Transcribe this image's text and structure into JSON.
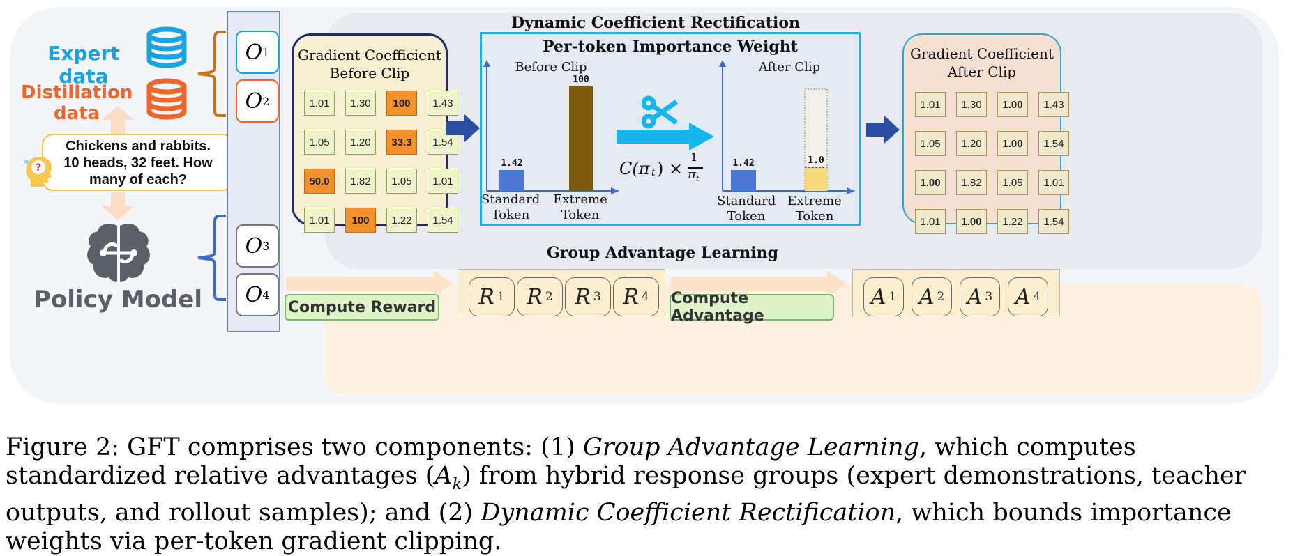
{
  "left": {
    "expert_label": "Expert data",
    "distill_line1": "Distillation",
    "distill_line2": "data",
    "question_lines": [
      "Chickens and rabbits.",
      "10 heads, 32 feet. How",
      "many of each?"
    ],
    "policy_label": "Policy Model",
    "outputs": [
      {
        "symbol": "O",
        "sub": "1"
      },
      {
        "symbol": "O",
        "sub": "2"
      },
      {
        "symbol": "O",
        "sub": "3"
      },
      {
        "symbol": "O",
        "sub": "4"
      }
    ]
  },
  "rectification": {
    "title": "Dynamic Coefficient Rectification",
    "before": {
      "title_line1": "Gradient Coefficient",
      "title_line2": "Before Clip",
      "cells": [
        [
          "1.01",
          "1.30",
          "100",
          "1.43"
        ],
        [
          "1.05",
          "1.20",
          "33.3",
          "1.54"
        ],
        [
          "50.0",
          "1.82",
          "1.05",
          "1.01"
        ],
        [
          "1.01",
          "100",
          "1.22",
          "1.54"
        ]
      ],
      "highlight": [
        [
          0,
          2
        ],
        [
          1,
          2
        ],
        [
          2,
          0
        ],
        [
          3,
          1
        ]
      ]
    },
    "importance": {
      "title": "Per-token Importance Weight",
      "before_label": "Before Clip",
      "after_label": "After Clip",
      "formula": "C(π_t) × 1/π_t",
      "formula_lhs": "C(π",
      "formula_t": "t",
      "formula_mid": ") ×",
      "formula_num": "1",
      "formula_den": "π",
      "before_bars": [
        {
          "value": 1.42,
          "label": "1.42",
          "name_line1": "Standard",
          "name_line2": "Token"
        },
        {
          "value": 100,
          "label": "100",
          "name_line1": "Extreme",
          "name_line2": "Token"
        }
      ],
      "after_bars": [
        {
          "value": 1.42,
          "label": "1.42",
          "name_line1": "Standard",
          "name_line2": "Token"
        },
        {
          "value": 1.0,
          "label": "1.0",
          "name_line1": "Extreme",
          "name_line2": "Token"
        }
      ]
    },
    "after": {
      "title_line1": "Gradient Coefficient",
      "title_line2": "After Clip",
      "cells": [
        [
          "1.01",
          "1.30",
          "1.00",
          "1.43"
        ],
        [
          "1.05",
          "1.20",
          "1.00",
          "1.54"
        ],
        [
          "1.00",
          "1.82",
          "1.05",
          "1.01"
        ],
        [
          "1.01",
          "1.00",
          "1.22",
          "1.54"
        ]
      ],
      "highlight": [
        [
          0,
          2
        ],
        [
          1,
          2
        ],
        [
          2,
          0
        ],
        [
          3,
          1
        ]
      ]
    }
  },
  "group": {
    "title": "Group Advantage Learning",
    "compute_reward": "Compute Reward",
    "compute_advantage": "Compute Advantage",
    "rewards": [
      {
        "symbol": "R",
        "sub": "1"
      },
      {
        "symbol": "R",
        "sub": "2"
      },
      {
        "symbol": "R",
        "sub": "3"
      },
      {
        "symbol": "R",
        "sub": "4"
      }
    ],
    "advantages": [
      {
        "symbol": "A",
        "sub": "1"
      },
      {
        "symbol": "A",
        "sub": "2"
      },
      {
        "symbol": "A",
        "sub": "3"
      },
      {
        "symbol": "A",
        "sub": "4"
      }
    ]
  },
  "caption": {
    "part1": "Figure 2: GFT comprises two components: (1) ",
    "em1": "Group Advantage Learning",
    "part2": ", which computes standardized relative advantages (",
    "akA": "A",
    "akk": "k",
    "part3": ") from hybrid response groups (expert demonstrations, teacher outputs, and rollout samples); and (2) ",
    "em2": "Dynamic Coefficient Rectification",
    "part4": ", which bounds importance weights via per-token gradient clipping."
  },
  "colors": {
    "expert": "#1aa3dc",
    "distill": "#f0662a",
    "arrow_blue": "#2b4fa0",
    "cyan": "#16b5ec",
    "bar_blue": "#4a76d4",
    "bar_brown": "#7a5a0c",
    "bar_yellow": "#f8db7c"
  }
}
